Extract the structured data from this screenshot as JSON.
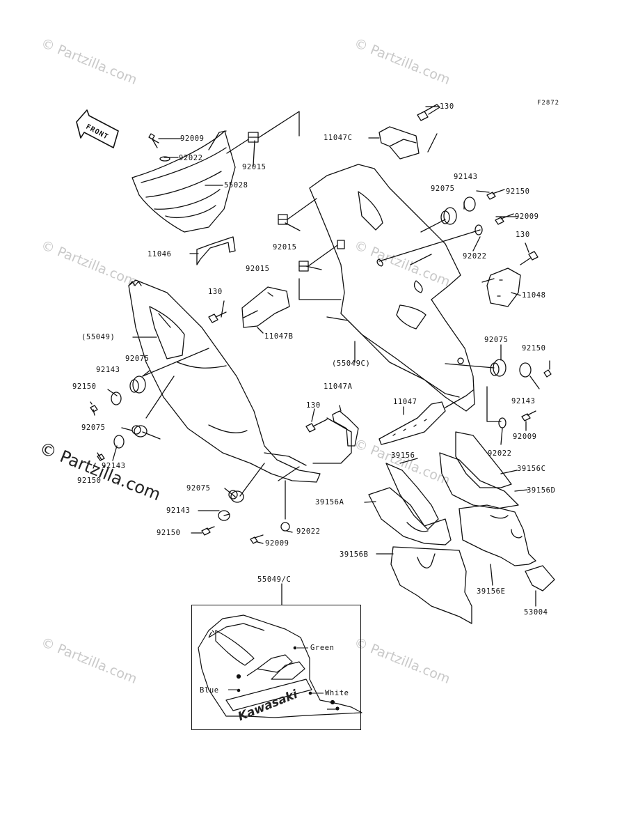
{
  "figure_code": "F2872",
  "front_label": "FRONT",
  "watermarks": [
    "© Partzilla.com",
    "© Partzilla.com",
    "© Partzilla.com",
    "© Partzilla.com",
    "© Partzilla.com",
    "© Partzilla.com",
    "© Partzilla.com"
  ],
  "watermark_main": "© Partzilla.com",
  "inset": {
    "title": "55049/C",
    "brand": "Kawasaki",
    "colors": {
      "green": "Green",
      "blue": "Blue",
      "white": "White"
    }
  },
  "parts": {
    "p92009_a": "92009",
    "p92022_a": "92022",
    "p92015_a": "92015",
    "p55028": "55028",
    "p11046": "11046",
    "p130_a": "130",
    "p11047c": "11047C",
    "p92143_a": "92143",
    "p92075_a": "92075",
    "p92150_a": "92150",
    "p92009_b": "92009",
    "p92022_b": "92022",
    "p92015_b": "92015",
    "p92015_c": "92015",
    "p130_b": "130",
    "p11048": "11048",
    "p130_c": "130",
    "p11047b": "11047B",
    "p55049": "(55049)",
    "p92075_b": "92075",
    "p92143_b": "92143",
    "p92150_b": "92150",
    "p92075_c": "92075",
    "p92143_c": "92143",
    "p92150_c": "92150",
    "p55049c": "(55049C)",
    "p92075_d": "92075",
    "p92150_d": "92150",
    "p92143_d": "92143",
    "p11047a": "11047A",
    "p130_d": "130",
    "p11047": "11047",
    "p92009_c": "92009",
    "p92022_c": "92022",
    "p39156": "39156",
    "p39156c": "39156C",
    "p39156d": "39156D",
    "p39156a": "39156A",
    "p39156b": "39156B",
    "p39156e": "39156E",
    "p53004": "53004",
    "p92075_e": "92075",
    "p92143_e": "92143",
    "p92150_e": "92150",
    "p92022_d": "92022",
    "p92009_d": "92009"
  }
}
